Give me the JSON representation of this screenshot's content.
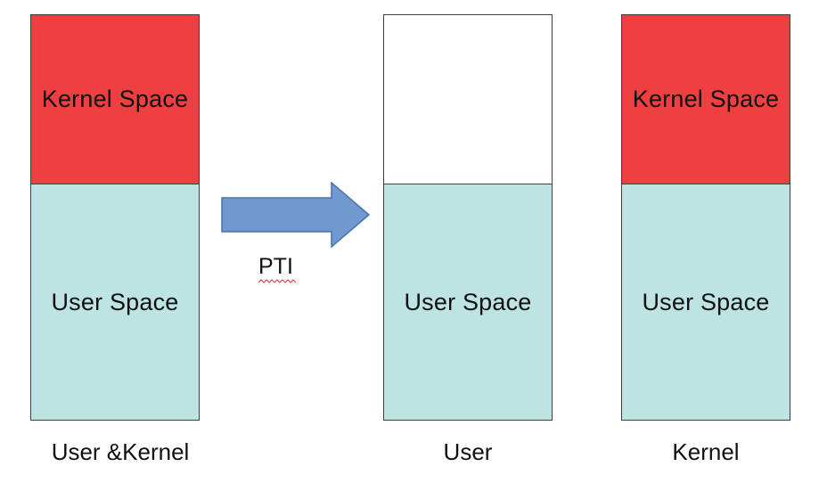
{
  "columns": [
    {
      "top_label": "Kernel Space",
      "bottom_label": "User Space",
      "caption": "User &Kernel"
    },
    {
      "top_label": "",
      "bottom_label": "User Space",
      "caption": "User"
    },
    {
      "top_label": "Kernel Space",
      "bottom_label": "User Space",
      "caption": "Kernel"
    }
  ],
  "arrow_label": "PTI",
  "colors": {
    "kernel_space": "#ee4040",
    "user_space": "#bde3e3",
    "arrow_fill": "#7099cf",
    "arrow_stroke": "#4a72a8",
    "spellcheck_squiggle": "#d33a3a"
  }
}
